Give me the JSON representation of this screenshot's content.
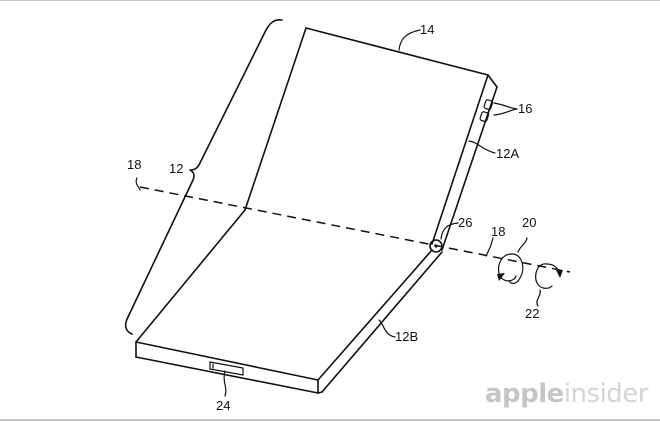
{
  "figure": {
    "type": "patent-drawing",
    "subject": "Foldable device with hinge",
    "labels": {
      "l14": "14",
      "l16": "16",
      "l12": "12",
      "l12A": "12A",
      "l12B": "12B",
      "l18a": "18",
      "l18b": "18",
      "l20": "20",
      "l22": "22",
      "l24": "24",
      "l26": "26"
    }
  },
  "watermark": {
    "part1": "apple",
    "part2": "insider"
  }
}
